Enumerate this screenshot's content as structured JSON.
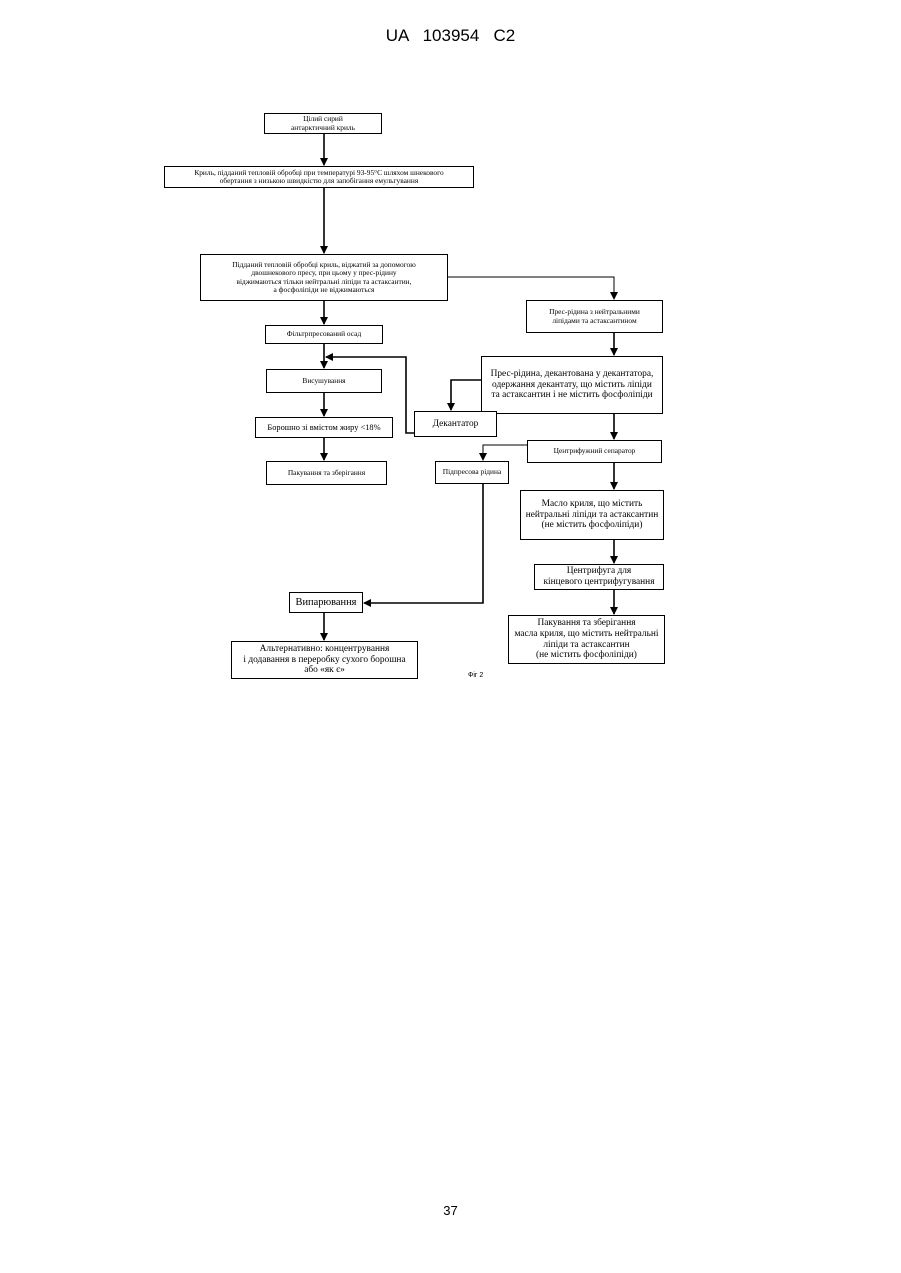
{
  "header": "UA   103954   C2",
  "page_number": "37",
  "figure_label": "Фіг 2",
  "nodes": {
    "krill": "Цілий сирий\nантарктичний криль",
    "heat_treatment": "Криль, підданий тепловій обробці при температурі 93-95°С  шляхом шнекового\nобертання з низькою швидкістю для запобігання емульгування",
    "press": "Підданий тепловій обробці криль, віджатий  за допомогою\nдвошнекового  пресу, при цьому у прес-рідину\nвіджимаються тільки нейтральні ліпіди та астаксантин,\nа фосфоліпіди не віджимаються",
    "filter_cake": "Фільтрпресований осад",
    "drying": "Висушування",
    "meal": "Борошно зі вмістом жиру <18%",
    "meal_packing": "Пакування та зберігання",
    "press_liquid": "Прес-рідина з нейтральними\nліпідами та астаксантином",
    "decanted": "Прес-рідина, декантована у  декантатора,\nодержання декантату, що містить ліпіди\nта астаксантин і не містить фосфоліпіди",
    "decanter": "Декантатор",
    "separator": "Центрифужний сепаратор",
    "stickwater": "Підпресова рідина",
    "krill_oil": "Масло криля, що містить\nнейтральні ліпіди та астаксантин\n(не містить фосфоліпіди)",
    "centrifuge": "Центрифуга  для\nкінцевого центрифугування",
    "oil_packing": "Пакування та зберігання\nмасла криля, що містить нейтральні\nліпіди та астаксантин\n(не містить фосфоліпіди)",
    "evaporation": "Випарювання",
    "alternative": "Альтернативно: концентрування\nі додавання в переробку сухого борошна\nабо «як є»"
  }
}
